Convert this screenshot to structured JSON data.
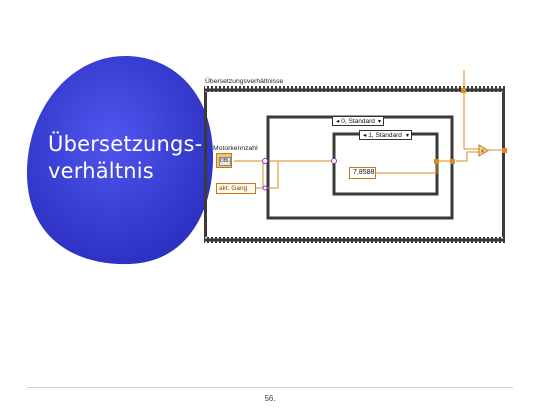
{
  "slide": {
    "title_line1": "Übersetzungs-",
    "title_line2": "verhältnis",
    "page_number": "56."
  },
  "diagram": {
    "outer_frame_label": "Übersetzungsverhältnisse",
    "case_outer_label": "0, Standard",
    "case_inner_label": "1, Standard",
    "constant_value": "7,8588",
    "terminal_motor_label": "Motorkennzahl",
    "terminal_motor_icon": "DBL",
    "terminal_gang_label": "akt. Gang",
    "colors": {
      "blob": "#3a3ed6",
      "wire_orange": "#e08a1e",
      "frame_dark": "#3a3a3a"
    }
  }
}
